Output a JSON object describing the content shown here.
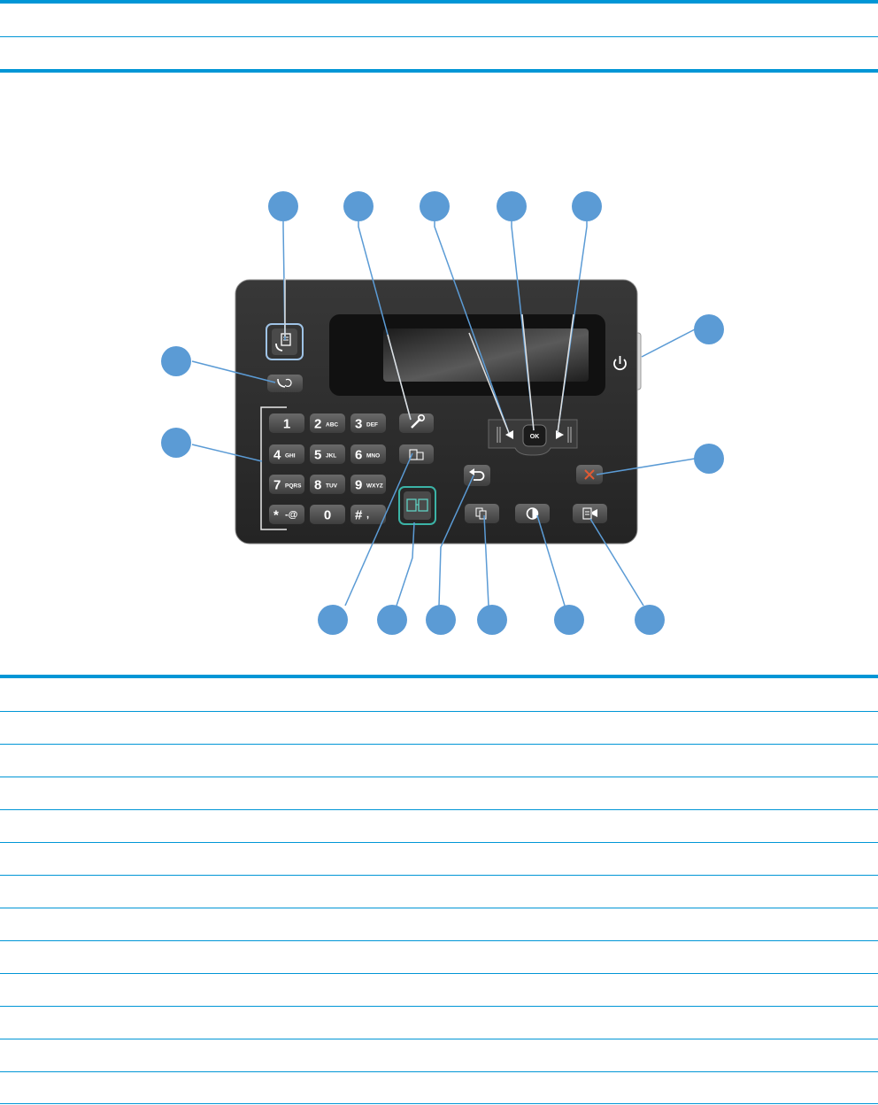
{
  "keypad": {
    "keys": [
      {
        "digit": "1",
        "letters": ""
      },
      {
        "digit": "2",
        "letters": "ABC"
      },
      {
        "digit": "3",
        "letters": "DEF"
      },
      {
        "digit": "4",
        "letters": "GHI"
      },
      {
        "digit": "5",
        "letters": "JKL"
      },
      {
        "digit": "6",
        "letters": "MNO"
      },
      {
        "digit": "7",
        "letters": "PQRS"
      },
      {
        "digit": "8",
        "letters": "TUV"
      },
      {
        "digit": "9",
        "letters": "WXYZ"
      },
      {
        "digit": "*",
        "letters": "-@"
      },
      {
        "digit": "0",
        "letters": ""
      },
      {
        "digit": "#",
        "letters": ","
      }
    ]
  },
  "nav": {
    "ok_label": "OK"
  },
  "colors": {
    "rule": "#0096d6",
    "callout": "#5b9bd5",
    "panel": "#2b2b2b",
    "cancel": "#e05a33",
    "fax_highlight": "#9fc3e6",
    "copy_highlight": "#3bb3a6"
  }
}
